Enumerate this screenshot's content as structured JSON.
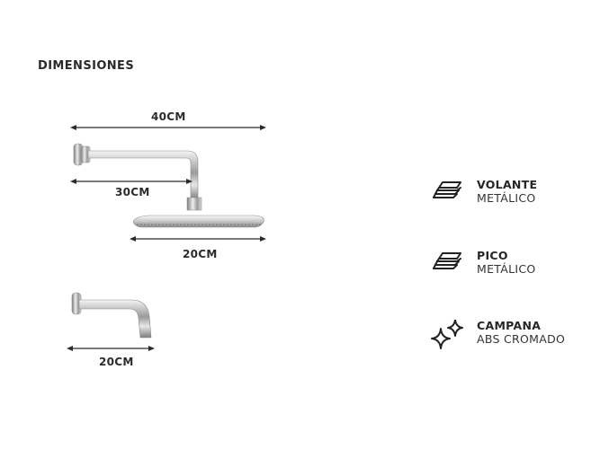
{
  "heading": "DIMENSIONES",
  "dimensions": {
    "arm_total": "40CM",
    "arm_reach": "30CM",
    "head_width": "20CM",
    "spout_length": "20CM"
  },
  "features": [
    {
      "icon": "stacked-layers-icon",
      "title": "VOLANTE",
      "subtitle": "METÁLICO"
    },
    {
      "icon": "stacked-layers-icon",
      "title": "PICO",
      "subtitle": "METÁLICO"
    },
    {
      "icon": "sparkle-icon",
      "title": "CAMPANA",
      "subtitle": "ABS CROMADO"
    }
  ]
}
